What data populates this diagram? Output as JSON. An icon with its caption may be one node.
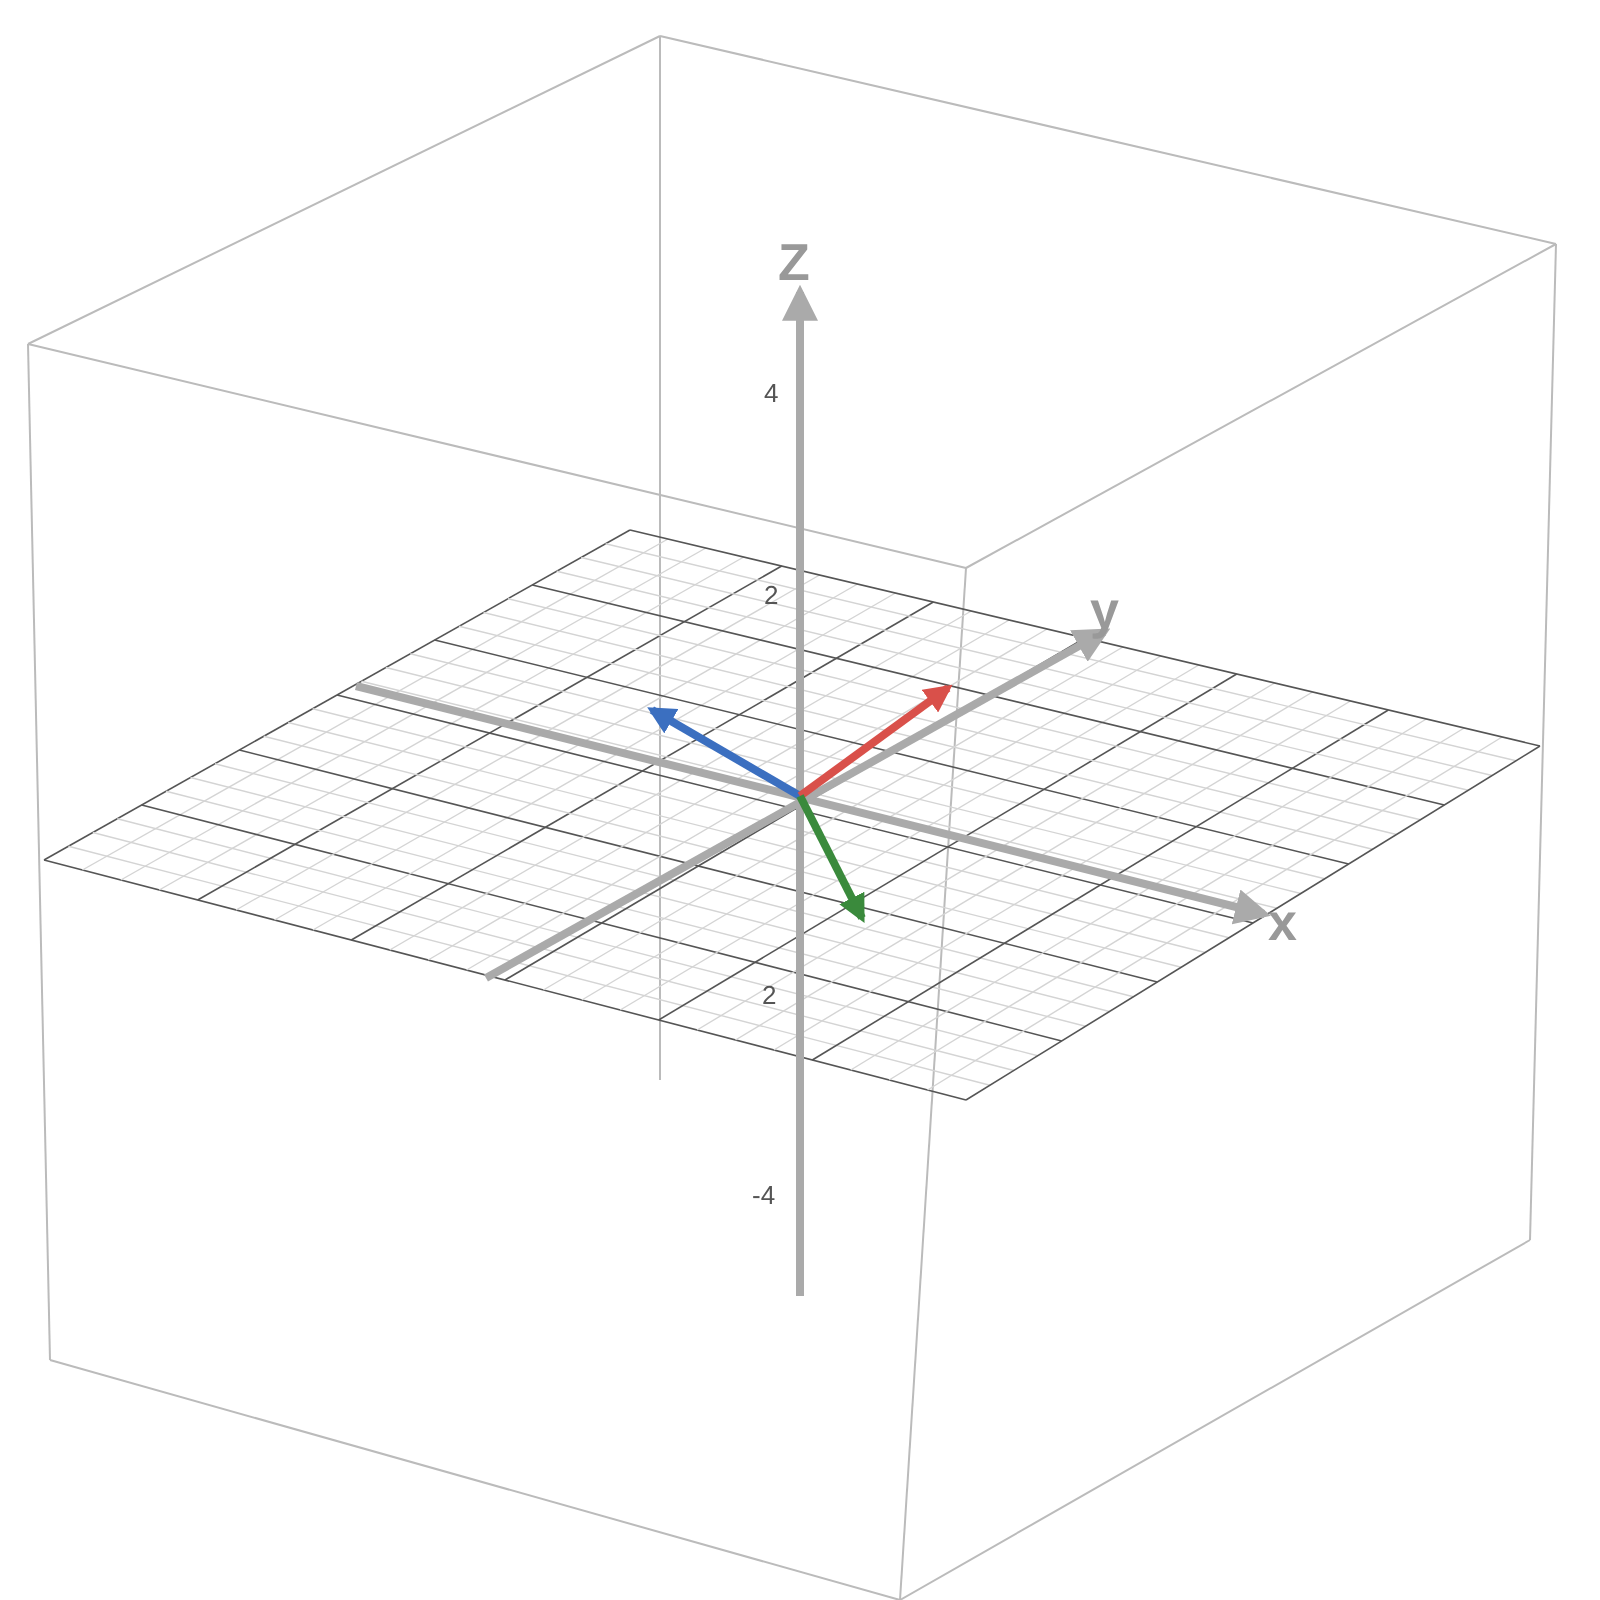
{
  "diagram": {
    "labels": [
      "Z",
      "4",
      "2",
      "y",
      "x",
      "2",
      "-4"
    ]
  }
}
